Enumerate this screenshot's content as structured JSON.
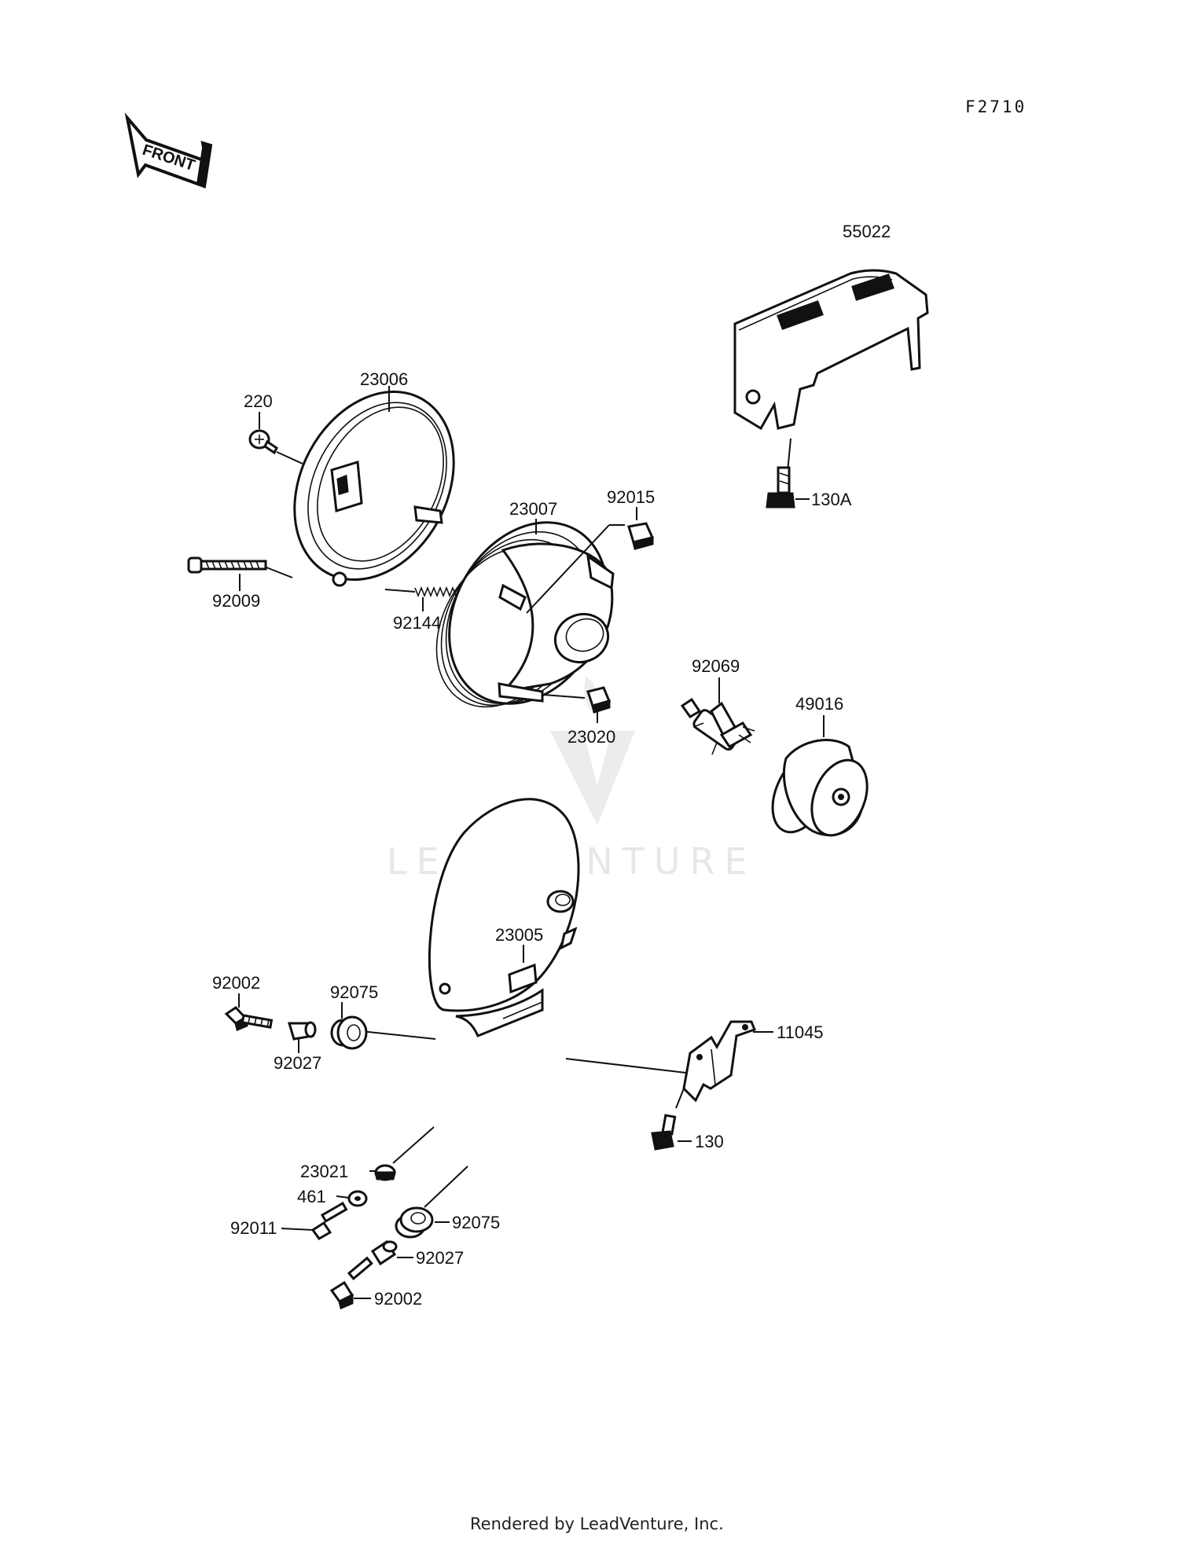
{
  "diagram_code": "F2710",
  "front_arrow_label": "FRONT",
  "watermark_text": "LEADVENTURE",
  "footer_text": "Rendered by LeadVenture, Inc.",
  "callouts": [
    {
      "id": "55022",
      "label": "55022"
    },
    {
      "id": "23006",
      "label": "23006"
    },
    {
      "id": "220",
      "label": "220"
    },
    {
      "id": "23007",
      "label": "23007"
    },
    {
      "id": "92015",
      "label": "92015"
    },
    {
      "id": "130A",
      "label": "130A"
    },
    {
      "id": "92009",
      "label": "92009"
    },
    {
      "id": "92144",
      "label": "92144"
    },
    {
      "id": "92069",
      "label": "92069"
    },
    {
      "id": "49016",
      "label": "49016"
    },
    {
      "id": "23020",
      "label": "23020"
    },
    {
      "id": "23005",
      "label": "23005"
    },
    {
      "id": "92002_top",
      "label": "92002"
    },
    {
      "id": "92075_top",
      "label": "92075"
    },
    {
      "id": "92027_top",
      "label": "92027"
    },
    {
      "id": "11045",
      "label": "11045"
    },
    {
      "id": "130",
      "label": "130"
    },
    {
      "id": "23021",
      "label": "23021"
    },
    {
      "id": "461",
      "label": "461"
    },
    {
      "id": "92011",
      "label": "92011"
    },
    {
      "id": "92075_bottom",
      "label": "92075"
    },
    {
      "id": "92027_bottom",
      "label": "92027"
    },
    {
      "id": "92002_bottom",
      "label": "92002"
    }
  ]
}
